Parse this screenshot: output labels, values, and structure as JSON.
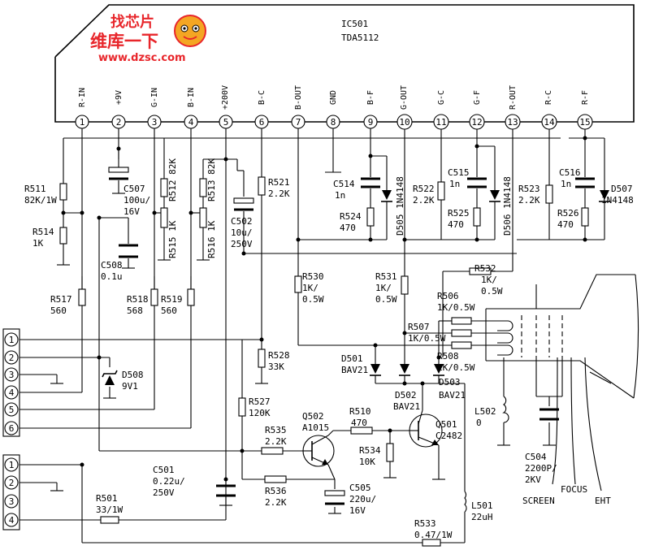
{
  "ic": {
    "ref": "IC501",
    "part": "TDA5112",
    "pins": [
      {
        "num": "1",
        "name": "R-IN"
      },
      {
        "num": "2",
        "name": "+9V"
      },
      {
        "num": "3",
        "name": "G-IN"
      },
      {
        "num": "4",
        "name": "B-IN"
      },
      {
        "num": "5",
        "name": "+200V"
      },
      {
        "num": "6",
        "name": "B-C"
      },
      {
        "num": "7",
        "name": "B-OUT"
      },
      {
        "num": "8",
        "name": "GND"
      },
      {
        "num": "9",
        "name": "B-F"
      },
      {
        "num": "10",
        "name": "G-OUT"
      },
      {
        "num": "11",
        "name": "G-C"
      },
      {
        "num": "12",
        "name": "G-F"
      },
      {
        "num": "13",
        "name": "R-OUT"
      },
      {
        "num": "14",
        "name": "R-C"
      },
      {
        "num": "15",
        "name": "R-F"
      }
    ]
  },
  "watermark": {
    "line1": "找芯片",
    "line2": "维库一下",
    "url": "www.dzsc.com"
  },
  "labels": {
    "r511": "R511",
    "r511v": "82K/1W",
    "r514": "R514",
    "r514v": "1K",
    "r517": "R517",
    "r517v": "560",
    "c507": "C507",
    "c507v1": "100u/",
    "c507v2": "16V",
    "c508": "C508",
    "c508v": "0.1u",
    "r512": "R512 82K",
    "r515": "R515 1K",
    "r513": "R513 82K",
    "r516": "R516 1K",
    "r518": "R518",
    "r518v": "568",
    "r519": "R519",
    "r519v": "560",
    "r521": "R521",
    "r521v": "2.2K",
    "c502": "C502",
    "c502v1": "10u/",
    "c502v2": "250V",
    "c514": "C514",
    "c514v": "1n",
    "r524": "R524",
    "r524v": "470",
    "d505": "D505 1N4148",
    "r522": "R522",
    "r522v": "2.2K",
    "c515": "C515",
    "c515v": "1n",
    "r525": "R525",
    "r525v": "470",
    "d506": "D506 1N4148",
    "r523": "R523",
    "r523v": "2.2K",
    "c516": "C516",
    "c516v": "1n",
    "r526": "R526",
    "r526v": "470",
    "d507": "D507",
    "d507v": "1N4148",
    "r530": "R530",
    "r530v1": "1K/",
    "r530v2": "0.5W",
    "r531": "R531",
    "r531v1": "1K/",
    "r531v2": "0.5W",
    "r532": "R532",
    "r532v1": "1K/",
    "r532v2": "0.5W",
    "r506": "R506",
    "r506v": "1K/0.5W",
    "r507": "R507",
    "r507v": "1K/0.5W",
    "r508": "R508",
    "r508v": "1K/0.5W",
    "d501": "D501",
    "d501v": "BAV21",
    "d502": "D502",
    "d502v": "BAV21",
    "d503": "D503",
    "d503v": "BAV21",
    "d508": "D508",
    "d508v": "9V1",
    "r528": "R528",
    "r528v": "33K",
    "r527": "R527",
    "r527v": "120K",
    "q502": "Q502",
    "q502v": "A1015",
    "r535": "R535",
    "r535v": "2.2K",
    "r510": "R510",
    "r510v": "470",
    "r534": "R534",
    "r534v": "10K",
    "q501": "Q501",
    "q501v": "C2482",
    "c501": "C501",
    "c501v1": "0.22u/",
    "c501v2": "250V",
    "r536": "R536",
    "r536v": "2.2K",
    "c505": "C505",
    "c505v1": "220u/",
    "c505v2": "16V",
    "r501": "R501",
    "r501v": "33/1W",
    "r533": "R533",
    "r533v": "0.47/1W",
    "l501": "L501",
    "l501v": "22uH",
    "l502": "L502",
    "l502v": "0",
    "c504": "C504",
    "c504v1": "2200P/",
    "c504v2": "2KV",
    "screen": "SCREEN",
    "focus": "FOCUS",
    "eht": "EHT"
  },
  "connector1": [
    "1",
    "2",
    "3",
    "4",
    "5",
    "6"
  ],
  "connector2": [
    "1",
    "2",
    "3",
    "4"
  ]
}
